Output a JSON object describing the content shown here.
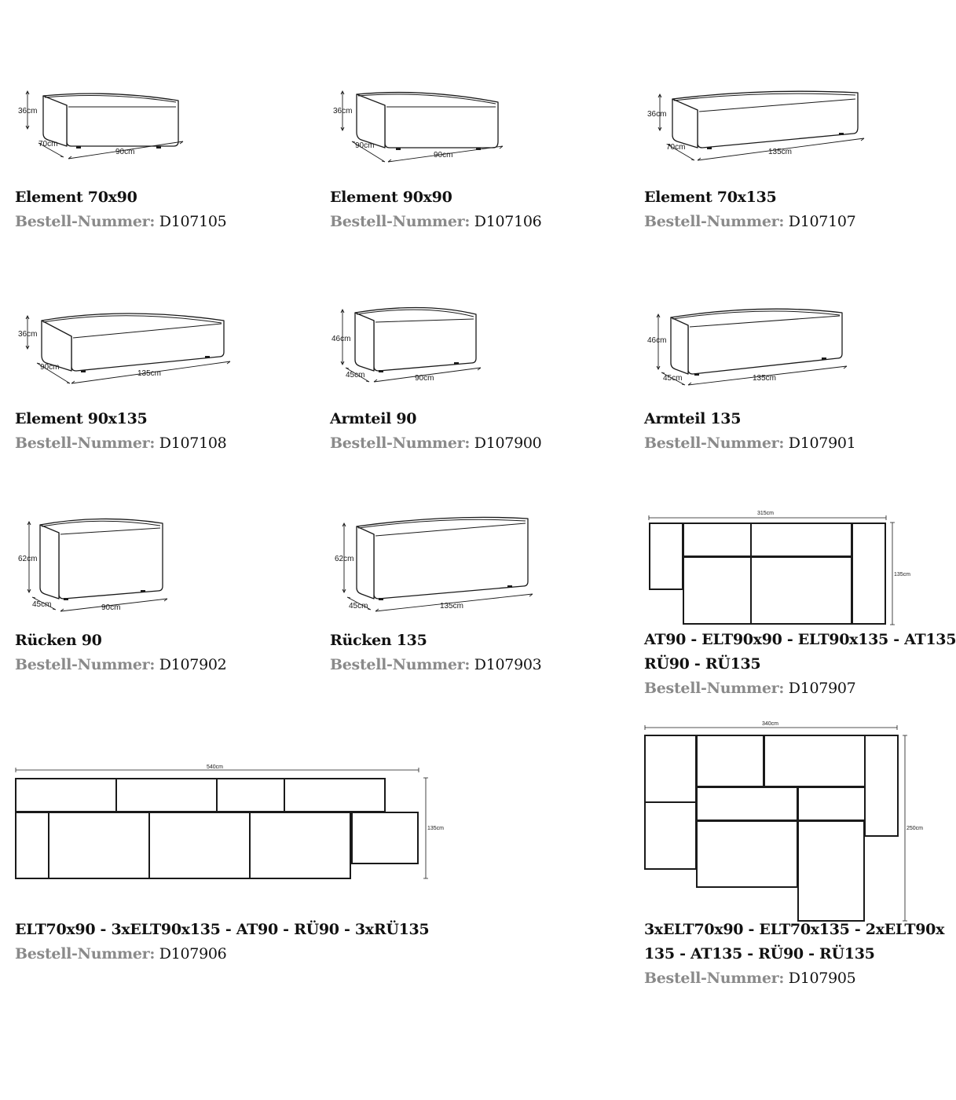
{
  "accent_colors": {
    "label_gray": "#8a8a8a",
    "text_dark": "#111111",
    "line": "#1a1a1a"
  },
  "products": [
    {
      "id": "elt70x90",
      "title": "Element 70x90",
      "order_label": "Bestell-Nummer:",
      "order_number": "D107105",
      "dims": {
        "height": "36cm",
        "depth": "70cm",
        "width": "90cm"
      }
    },
    {
      "id": "elt90x90",
      "title": "Element 90x90",
      "order_label": "Bestell-Nummer:",
      "order_number": "D107106",
      "dims": {
        "height": "36cm",
        "depth": "90cm",
        "width": "90cm"
      }
    },
    {
      "id": "elt70x135",
      "title": "Element 70x135",
      "order_label": "Bestell-Nummer:",
      "order_number": "D107107",
      "dims": {
        "height": "36cm",
        "depth": "70cm",
        "width": "135cm"
      }
    },
    {
      "id": "elt90x135",
      "title": "Element 90x135",
      "order_label": "Bestell-Nummer:",
      "order_number": "D107108",
      "dims": {
        "height": "36cm",
        "depth": "90cm",
        "width": "135cm"
      }
    },
    {
      "id": "at90",
      "title": "Armteil 90",
      "order_label": "Bestell-Nummer:",
      "order_number": "D107900",
      "dims": {
        "height": "46cm",
        "depth": "45cm",
        "width": "90cm"
      }
    },
    {
      "id": "at135",
      "title": "Armteil 135",
      "order_label": "Bestell-Nummer:",
      "order_number": "D107901",
      "dims": {
        "height": "46cm",
        "depth": "45cm",
        "width": "135cm"
      }
    },
    {
      "id": "ru90",
      "title": "Rücken 90",
      "order_label": "Bestell-Nummer:",
      "order_number": "D107902",
      "dims": {
        "height": "62cm",
        "depth": "45cm",
        "width": "90cm"
      }
    },
    {
      "id": "ru135",
      "title": "Rücken 135",
      "order_label": "Bestell-Nummer:",
      "order_number": "D107903",
      "dims": {
        "height": "62cm",
        "depth": "45cm",
        "width": "135cm"
      }
    }
  ],
  "combos": [
    {
      "id": "combo907",
      "title_lines": [
        "AT90 - ELT90x90 - ELT90x135 - AT135",
        "RÜ90 - RÜ135"
      ],
      "order_label": "Bestell-Nummer:",
      "order_number": "D107907",
      "dims": {
        "width": "315cm",
        "depth": "135cm"
      }
    },
    {
      "id": "combo906",
      "title_lines": [
        "ELT70x90 - 3xELT90x135 - AT90 - RÜ90 - 3xRÜ135"
      ],
      "order_label": "Bestell-Nummer:",
      "order_number": "D107906",
      "dims": {
        "width": "540cm",
        "depth": "135cm"
      }
    },
    {
      "id": "combo905",
      "title_lines": [
        "3xELT70x90 - ELT70x135 - 2xELT90x",
        "135 - AT135 - RÜ90 - RÜ135"
      ],
      "order_label": "Bestell-Nummer:",
      "order_number": "D107905",
      "dims": {
        "width": "340cm",
        "depth": "250cm"
      }
    }
  ]
}
